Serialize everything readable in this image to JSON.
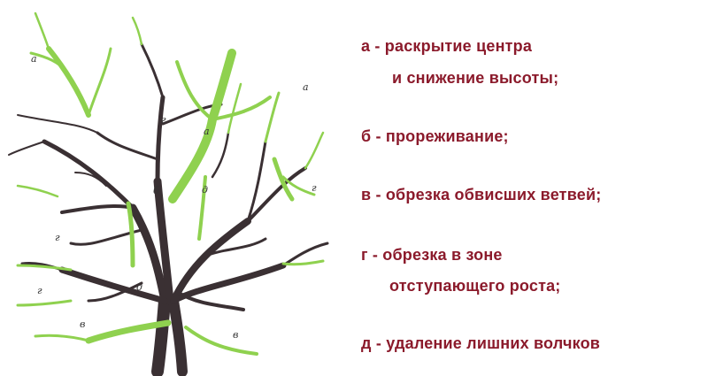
{
  "tree_labels": {
    "a1": "а",
    "a2": "а",
    "a3": "а",
    "b": "б",
    "d1": "д",
    "d2": "д",
    "g1": "г",
    "g2": "г",
    "g3": "г",
    "g4": "г",
    "v1": "в",
    "v2": "в"
  },
  "legend": {
    "a_line1": "а - раскрытие центра",
    "a_line2": "и снижение высоты;",
    "b": "б - прореживание;",
    "v": "в - обрезка обвисших ветвей;",
    "g_line1": "г - обрезка в зоне",
    "g_line2": "отступающего роста;",
    "d": "д - удаление лишних волчков"
  },
  "colors": {
    "text": "#8b1a2b",
    "trunk": "#3a3033",
    "pruned": "#8fd14f"
  }
}
